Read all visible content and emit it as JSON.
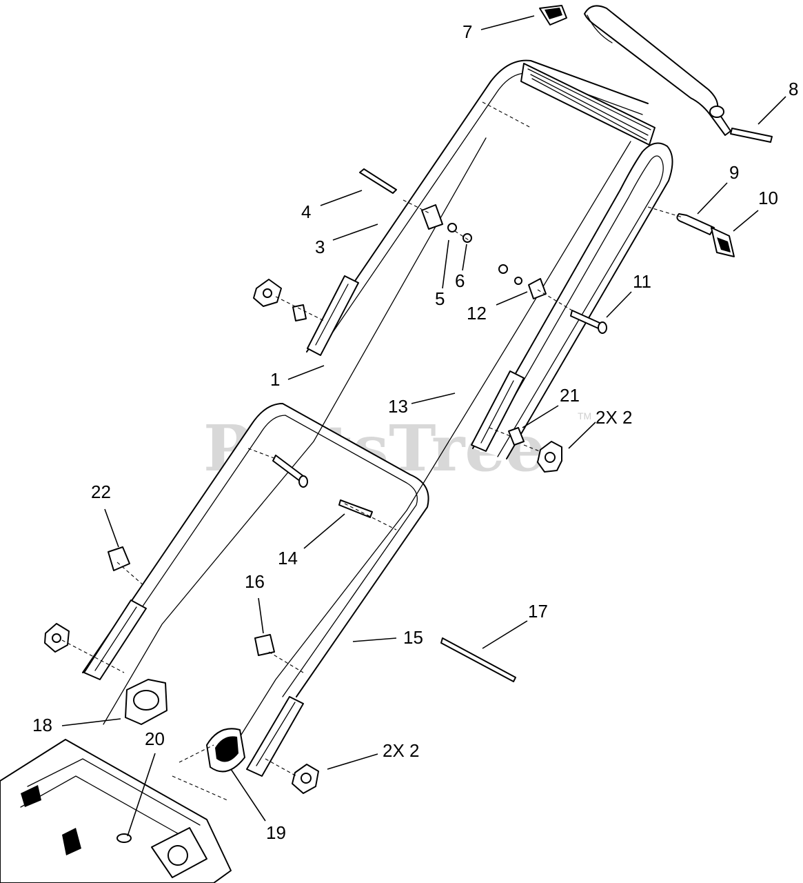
{
  "watermark": {
    "text": "PartsTree",
    "tm": "TM"
  },
  "callouts": [
    {
      "id": "7",
      "text": "7"
    },
    {
      "id": "8",
      "text": "8"
    },
    {
      "id": "9",
      "text": "9"
    },
    {
      "id": "10",
      "text": "10"
    },
    {
      "id": "4",
      "text": "4"
    },
    {
      "id": "3",
      "text": "3"
    },
    {
      "id": "5",
      "text": "5"
    },
    {
      "id": "6",
      "text": "6"
    },
    {
      "id": "11",
      "text": "11"
    },
    {
      "id": "12",
      "text": "12"
    },
    {
      "id": "1",
      "text": "1"
    },
    {
      "id": "13",
      "text": "13"
    },
    {
      "id": "21",
      "text": "21"
    },
    {
      "id": "2x2a",
      "text": "2X 2"
    },
    {
      "id": "22",
      "text": "22"
    },
    {
      "id": "14",
      "text": "14"
    },
    {
      "id": "16",
      "text": "16"
    },
    {
      "id": "17",
      "text": "17"
    },
    {
      "id": "15",
      "text": "15"
    },
    {
      "id": "18",
      "text": "18"
    },
    {
      "id": "20",
      "text": "20"
    },
    {
      "id": "2x2b",
      "text": "2X 2"
    },
    {
      "id": "19",
      "text": "19"
    }
  ]
}
